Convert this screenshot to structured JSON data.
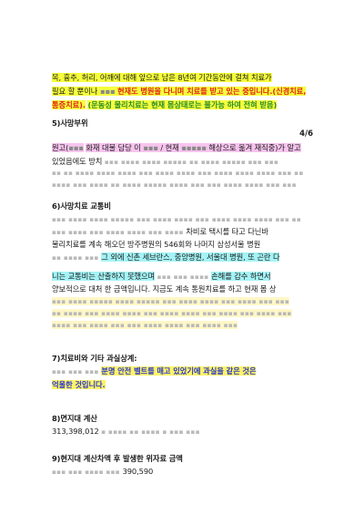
{
  "para1": {
    "line1": "목, 흉추, 허리, 어깨에 대해 앞으로 남은 8년여 기간동안에 걸쳐 치료가",
    "line2_a": "필요 할 뿐이나",
    "line2_b": "현재도 병원을 다니며 치료를 받고 있는 중입니다.(신경치료,",
    "line3_a": "통증치료).",
    "line3_b": "(운동성 물리치료는 현재 몸상태로는 불가능 하여 전혀 받음)"
  },
  "sec5": {
    "heading": "5)사망부위",
    "page_num": "4/6",
    "line1_a": "원고(",
    "line1_b": "화재 대물 담당 이",
    "line1_c": "/ 현재",
    "line1_d": "해상으로 옮겨 재직중)가 알고",
    "line2": "있었음에도 방치",
    "line3": "",
    "line4": ""
  },
  "sec6": {
    "heading": "6)사망치료 교통비",
    "line1": "",
    "line2_a": "",
    "line2_b": "차비로 택시를 타고 다닌바",
    "line3": "물리치료를 계속 해오던 방주병원의 546회와 나머지 삼성서울 병원",
    "line4_a": "",
    "line4_b": "그 외에 신촌 세브란스, 중앙병원, 서울대 병원, 또 곤란 다",
    "line5_a": "니는 교통비는 산출하지 못했으며",
    "line5_b": "손해를 감수 하면서",
    "line6": "양보적으로 대처 한 금액입니다. 지금도 계속 통원치료를 하고 현재 몸 상",
    "line7": "",
    "line8": "",
    "line9": ""
  },
  "sec7": {
    "heading": "7)치료비와 기타 과실상계:",
    "line1_a": "",
    "line1_b": "분명 안전 벨트를 매고 있었기에 과실을 같은 것은",
    "line2": "억울한 것입니다."
  },
  "sec8": {
    "heading": "8)면지대 계산",
    "line1": "313,398,012"
  },
  "sec9": {
    "heading": "9)현지대 계산차액 후 발생한 위자료 금액",
    "line1_b": "390,590"
  }
}
